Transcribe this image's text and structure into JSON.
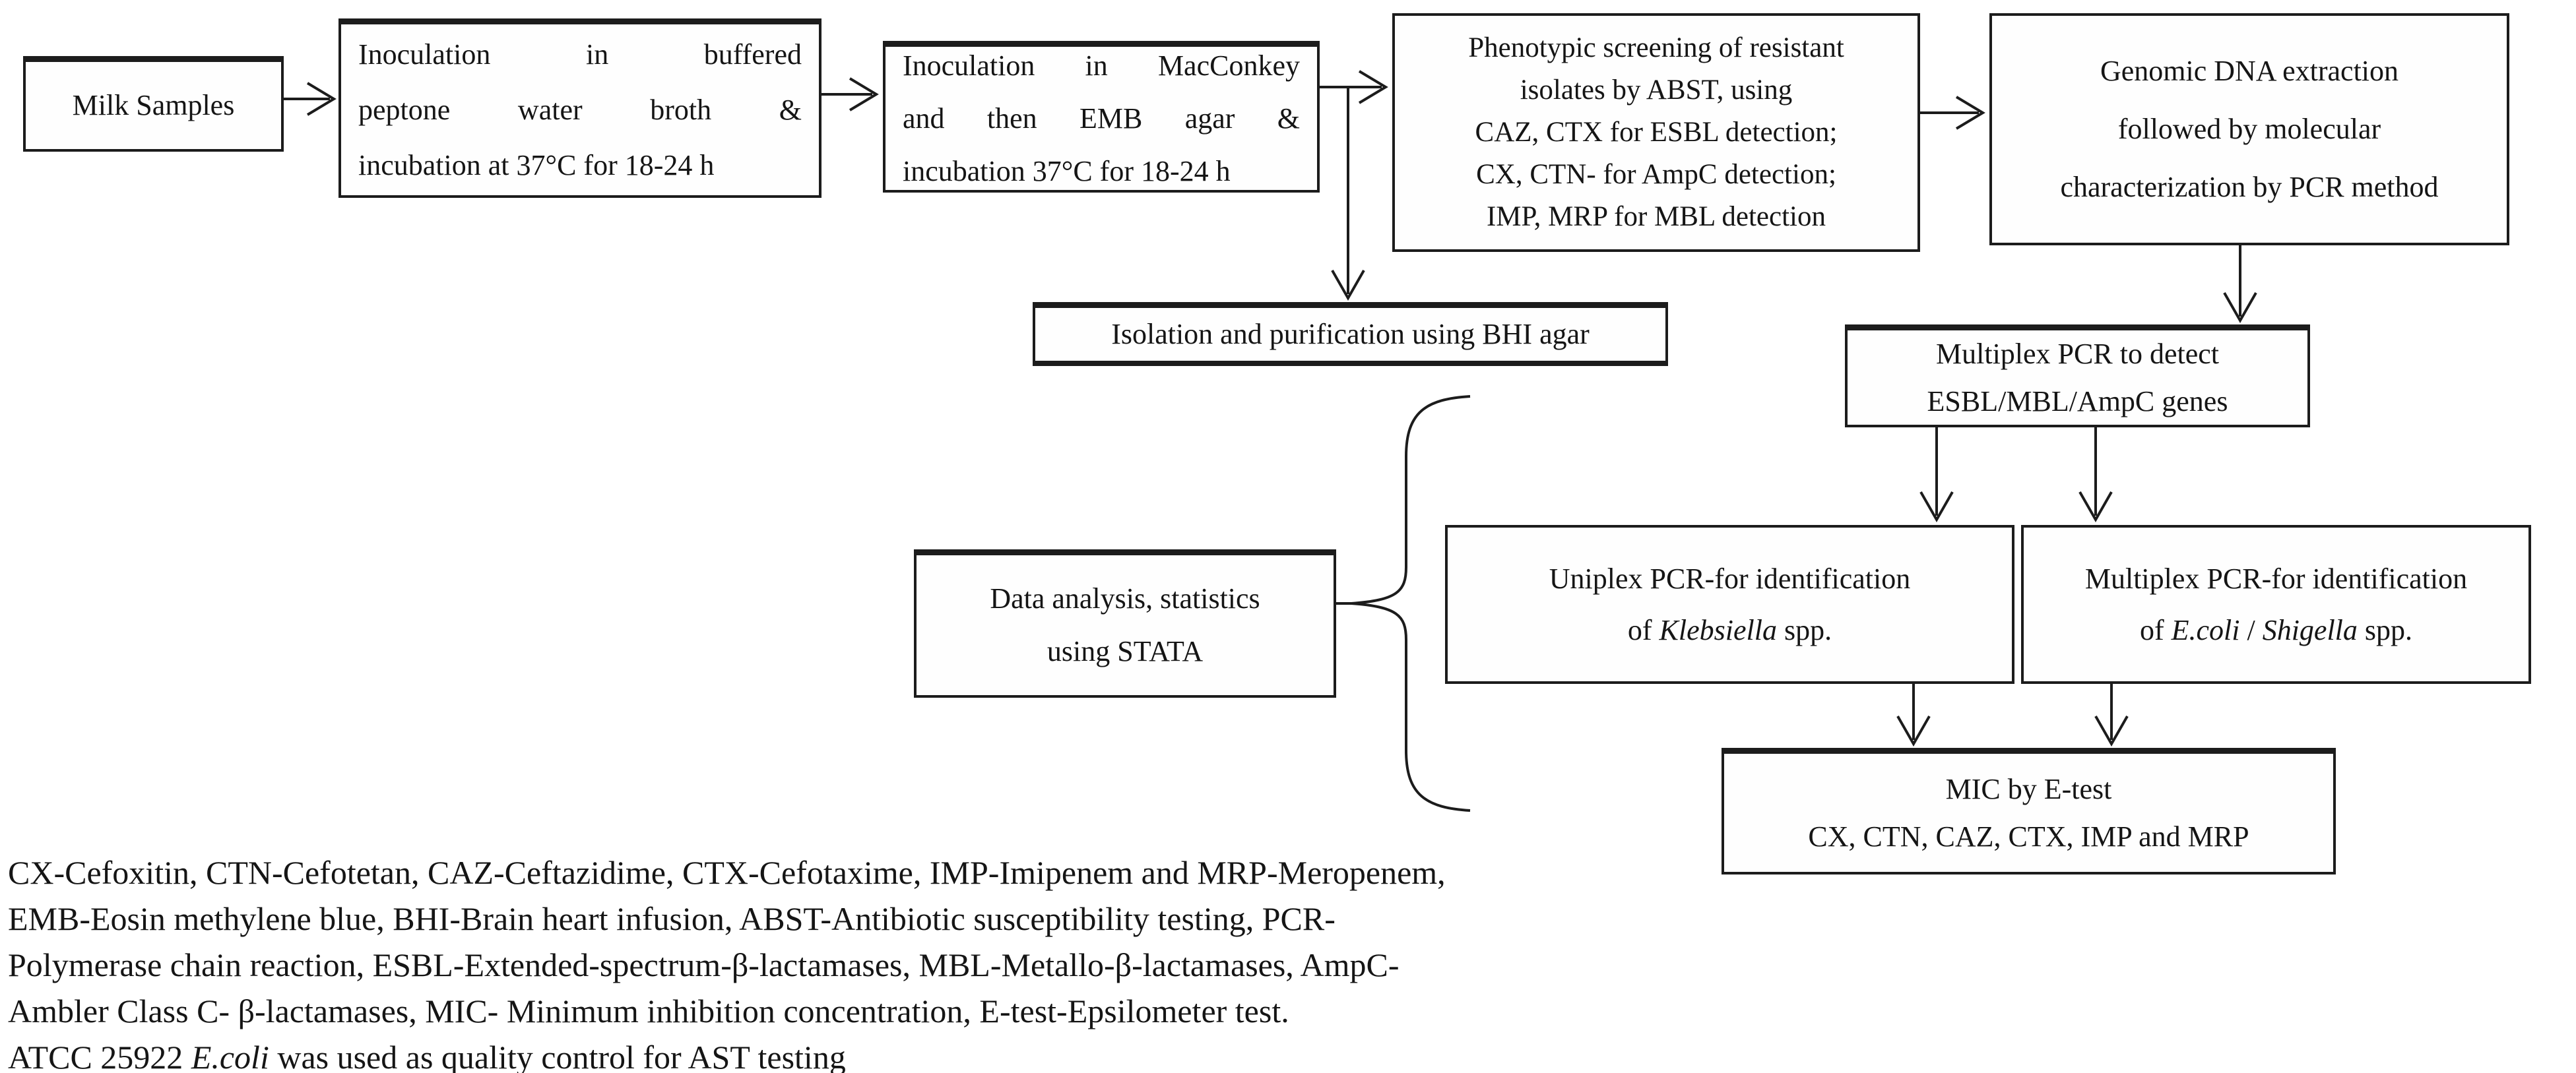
{
  "diagram": {
    "type": "flowchart",
    "background_color": "#ffffff",
    "line_color": "#1c1c1c",
    "boxes": {
      "milk": {
        "lines": [
          "Milk Samples"
        ]
      },
      "peptone": {
        "lines": [
          "Inoculation in buffered",
          "peptone water broth &",
          "incubation at 37°C for 18-24 h"
        ]
      },
      "macconkey": {
        "lines": [
          "Inoculation in MacConkey",
          "and then EMB agar &",
          "incubation 37°C for 18-24 h"
        ]
      },
      "phenotypic": {
        "lines": [
          "Phenotypic screening of resistant",
          "isolates by ABST, using",
          "CAZ, CTX for ESBL detection;",
          "CX, CTN- for AmpC detection;",
          "IMP, MRP for MBL detection"
        ]
      },
      "genomic": {
        "lines": [
          "Genomic DNA extraction",
          "followed by molecular",
          "characterization by PCR method"
        ]
      },
      "isolation": {
        "lines": [
          "Isolation and purification using BHI agar"
        ]
      },
      "multiplex_detect": {
        "lines": [
          "Multiplex PCR to detect",
          "ESBL/MBL/AmpC genes"
        ]
      },
      "data_analysis": {
        "lines": [
          "Data analysis, statistics",
          "using STATA"
        ]
      },
      "uniplex": {
        "line1": "Uniplex PCR-for identification",
        "line2_prefix": "of ",
        "line2_italic": "Klebsiella",
        "line2_suffix": " spp."
      },
      "multiplex_id": {
        "line1": "Multiplex PCR-for identification",
        "line2_prefix": "of ",
        "line2_italic1": "E.coli",
        "line2_mid": " / ",
        "line2_italic2": "Shigella",
        "line2_suffix": " spp."
      },
      "mic": {
        "lines": [
          "MIC by E-test",
          "CX, CTN, CAZ, CTX, IMP and MRP"
        ]
      }
    },
    "legend": {
      "line1": "CX-Cefoxitin, CTN-Cefotetan, CAZ-Ceftazidime, CTX-Cefotaxime, IMP-Imipenem and MRP-Meropenem,",
      "line2": "EMB-Eosin methylene blue, BHI-Brain heart infusion, ABST-Antibiotic susceptibility testing, PCR-",
      "line3": "Polymerase chain reaction, ESBL-Extended-spectrum-β-lactamases, MBL-Metallo-β-lactamases, AmpC-",
      "line4": "Ambler Class C- β-lactamases, MIC- Minimum inhibition concentration, E-test-Epsilometer test.",
      "line5_prefix": "ATCC 25922 ",
      "line5_italic": "E.coli",
      "line5_suffix": " was used as quality control for AST testing"
    }
  }
}
